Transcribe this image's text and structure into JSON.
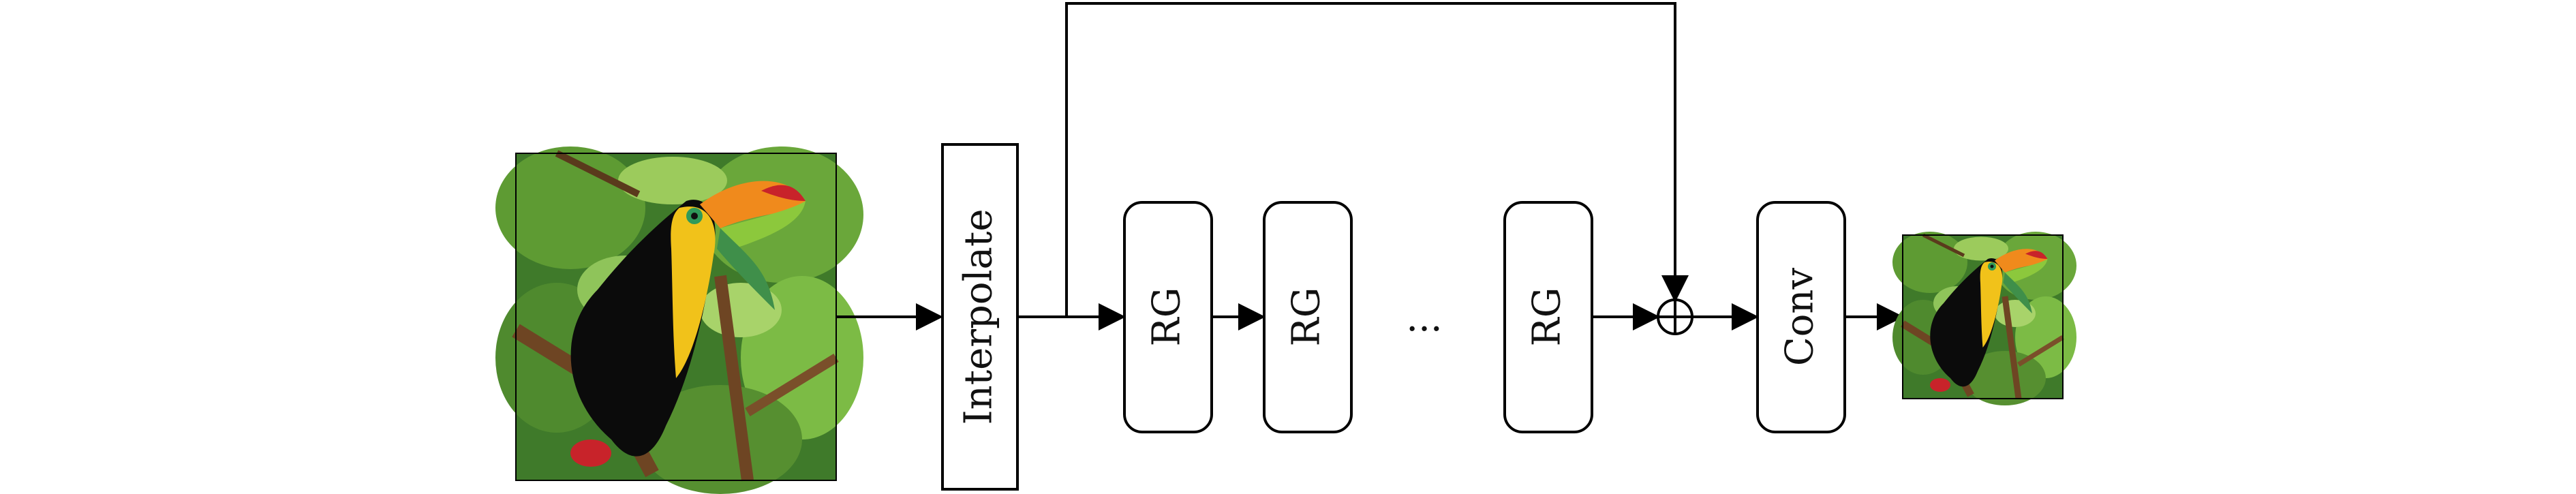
{
  "blocks": {
    "interpolate": "Interpolate",
    "rg1": "RG",
    "rg2": "RG",
    "ellipsis": "...",
    "rg3": "RG",
    "conv": "Conv"
  },
  "images": {
    "input": "toucan-image",
    "output": "toucan-image"
  },
  "colors": {
    "stroke": "#000000",
    "background": "#ffffff"
  }
}
